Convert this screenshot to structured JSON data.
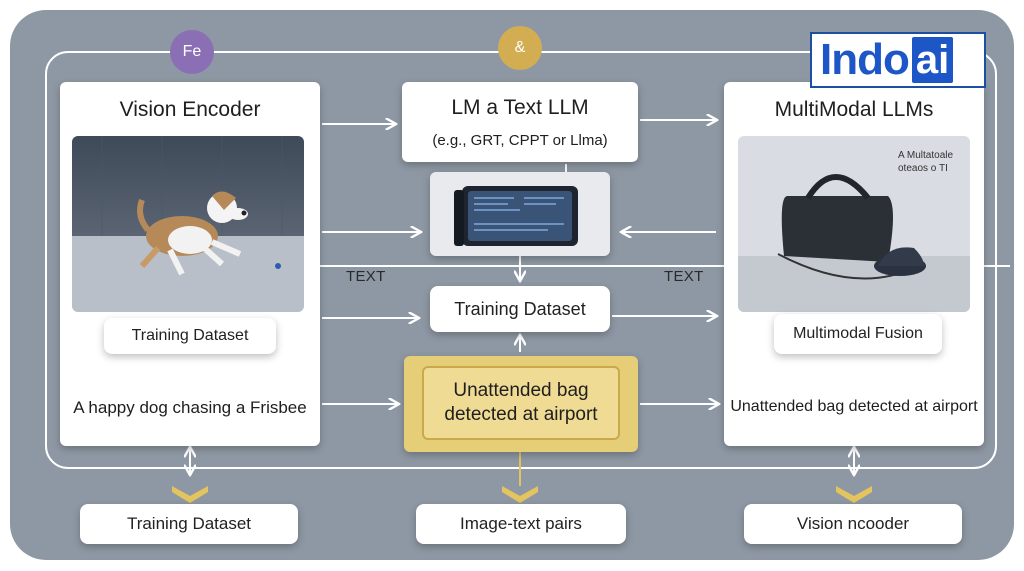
{
  "logo": {
    "brand": "Indo",
    "brand_suffix": "ai"
  },
  "badges": {
    "left_glyph": "Fe",
    "center_glyph": "&"
  },
  "vision_encoder": {
    "title": "Vision Encoder",
    "dataset_label": "Training Dataset",
    "caption": "A happy dog chasing a Frisbee"
  },
  "text_llm": {
    "title": "LM a Text LLM",
    "subtitle": "(e.g., GRT, CPPT or Llma)"
  },
  "center": {
    "text_left": "TEXT",
    "text_right": "TEXT",
    "training_dataset": "Training Dataset",
    "highlight": "Unattended bag detected at airport"
  },
  "multimodal": {
    "title": "MultiModal LLMs",
    "image_caption_line1": "A Multatoale",
    "image_caption_line2": "oteaos o TI",
    "fusion_label": "Multimodal Fusion",
    "caption": "Unattended bag detected at airport"
  },
  "bottom": {
    "left": "Training Dataset",
    "center": "Image-text pairs",
    "right": "Vision ncooder"
  },
  "colors": {
    "panel": "#8e98a4",
    "highlight_fill": "#e6cd78",
    "highlight_border": "#c9a94a",
    "down_arrow": "#e4c45e",
    "purple_badge": "#8b6fb5",
    "gold_badge": "#d3ad52"
  }
}
